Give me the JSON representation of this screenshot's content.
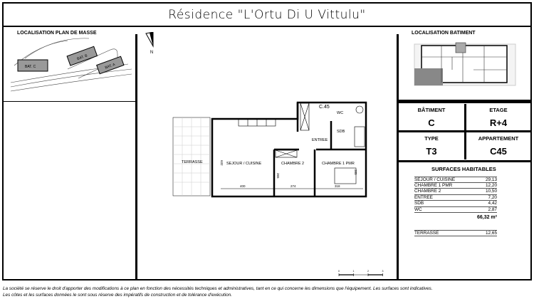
{
  "title": "Résidence \"L'Ortu Di U Vittulu\"",
  "left_panel": {
    "header": "LOCALISATION PLAN DE MASSE",
    "buildings": [
      "BAT. C",
      "BAT. B",
      "BAT. A"
    ]
  },
  "right_panel": {
    "header": "LOCALISATION BATIMENT"
  },
  "compass": {
    "label": "N"
  },
  "info": {
    "batiment": {
      "label": "BÂTIMENT",
      "value": "C"
    },
    "etage": {
      "label": "ETAGE",
      "value": "R+4"
    },
    "type": {
      "label": "TYPE",
      "value": "T3"
    },
    "appartement": {
      "label": "APPARTEMENT",
      "value": "C45"
    }
  },
  "surfaces": {
    "header": "SURFACES HABITABLES",
    "rows": [
      {
        "name": "SEJOUR / CUISINE",
        "value": "29,13"
      },
      {
        "name": "CHAMBRE 1 PMR",
        "value": "12,20"
      },
      {
        "name": "CHAMBRE 2",
        "value": "10,50"
      },
      {
        "name": "ENTREE",
        "value": "7,20"
      },
      {
        "name": "SDB",
        "value": "4,42"
      },
      {
        "name": "WC",
        "value": "2,87"
      }
    ],
    "total": "66,32 m²",
    "terrasse": {
      "name": "TERRASSE",
      "value": "12,65"
    }
  },
  "plan": {
    "unit_label": "C.45",
    "rooms": {
      "terrasse": "TERRASSE",
      "sejour": "SEJOUR / CUISINE",
      "chambre2": "CHAMBRE 2",
      "chambre1": "CHAMBRE 1 PMR",
      "entree": "ENTREE",
      "sdb": "SDB",
      "wc": "WC"
    },
    "dims": {
      "d632": "632",
      "d400": "400",
      "d365": "365",
      "d274": "274",
      "d318": "318",
      "d385": "385"
    }
  },
  "scale": [
    "0",
    "1",
    "2",
    "3"
  ],
  "notes": [
    "La société se réserve le droit d'apporter des modifications à ce plan en fonction des nécessités techniques et administratives, tant en ce qui concerne les dimensions que l'équipement. Les surfaces sont indicatives.",
    "Les côtes et les surfaces données le sont sous réserve des impératifs de construction et de tolérance d'exécution."
  ]
}
